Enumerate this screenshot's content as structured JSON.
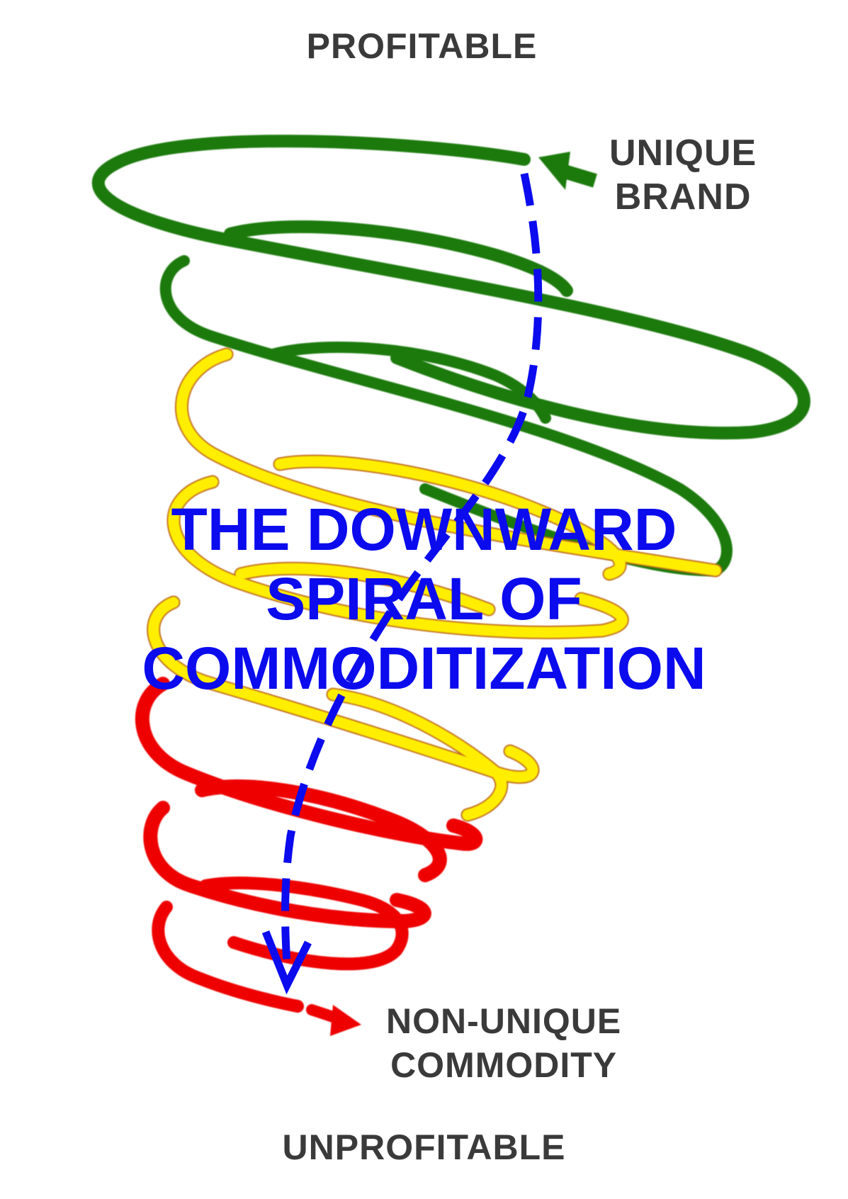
{
  "diagram": {
    "top_label": "PROFITABLE",
    "bottom_label": "UNPROFITABLE",
    "start_label_line1": "UNIQUE",
    "start_label_line2": "BRAND",
    "end_label_line1": "NON-UNIQUE",
    "end_label_line2": "COMMODITY",
    "title_line1": "THE DOWNWARD",
    "title_line2": "SPIRAL OF",
    "title_line3": "COMMODITIZATION"
  },
  "colors": {
    "profitable_band": "#1e7a10",
    "middle_band": "#ffee00",
    "commodity_band": "#ee0000",
    "path_arrow": "#0b0bee",
    "label_text": "#3a3a3a"
  }
}
